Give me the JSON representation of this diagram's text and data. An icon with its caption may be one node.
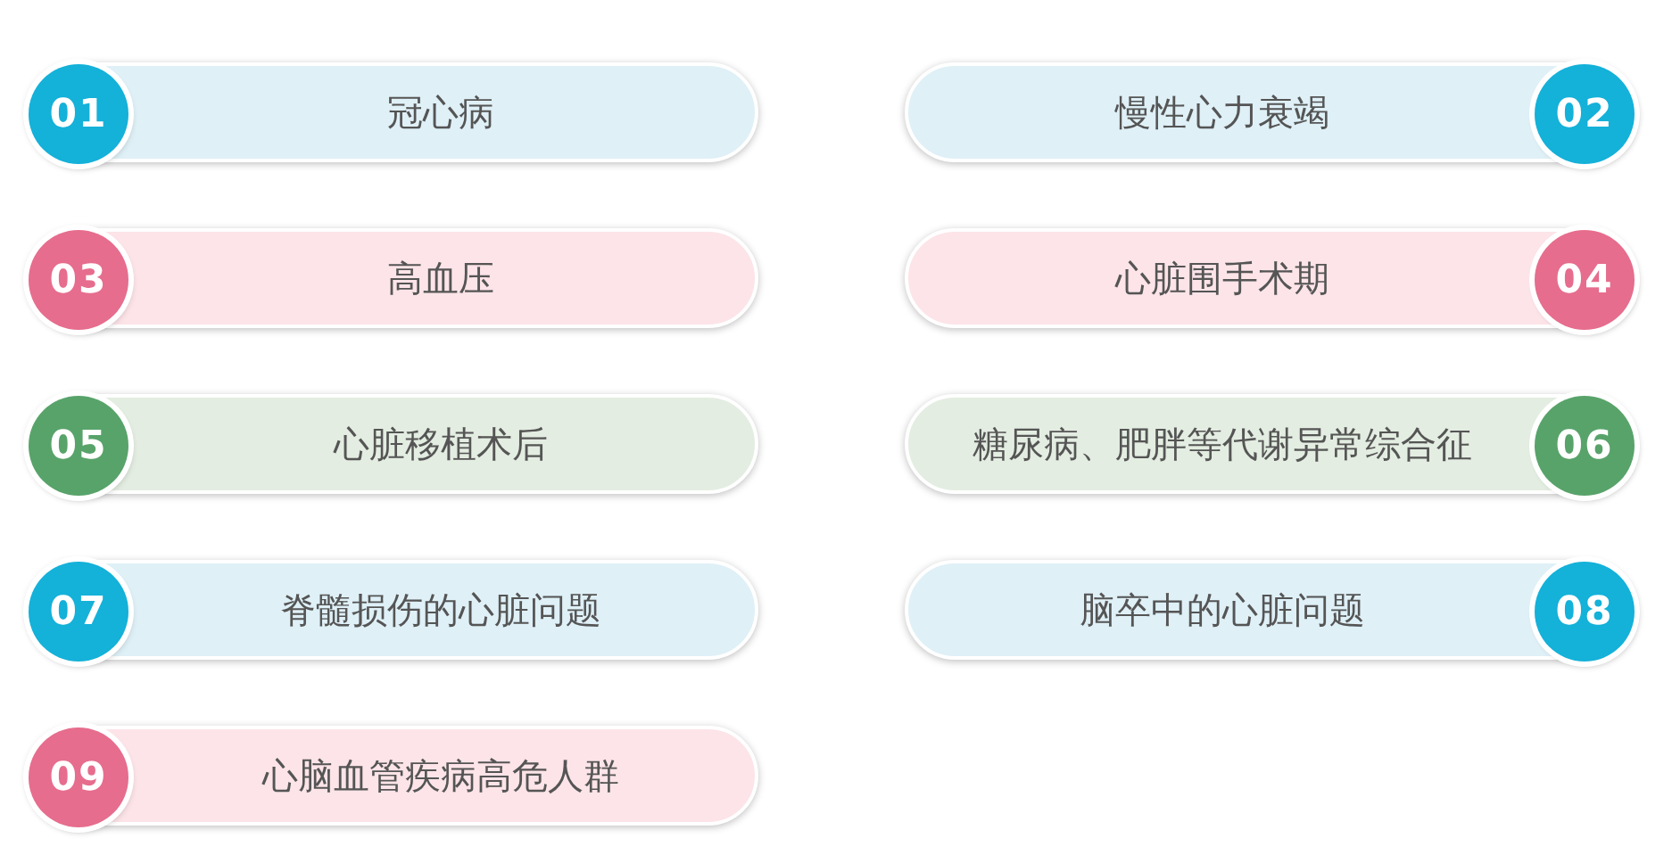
{
  "diagram": {
    "nodes": [
      {
        "text": [
          "01",
          "冠心病"
        ]
      },
      {
        "text": [
          "慢性心力衰竭",
          "02"
        ]
      },
      {
        "text": [
          "03",
          "高血压"
        ]
      },
      {
        "text": [
          "心脏围手术期",
          "04"
        ]
      },
      {
        "text": [
          "05",
          "心脏移植术后"
        ]
      },
      {
        "text": [
          "糖尿病、肥胖等代谢异常综合征",
          "06"
        ]
      },
      {
        "text": [
          "07",
          "脊髓损伤的心脏问题"
        ]
      },
      {
        "text": [
          "脑卒中的心脏问题",
          "08"
        ]
      },
      {
        "text": [
          "09",
          "心脑血管疾病高危人群"
        ]
      }
    ]
  }
}
